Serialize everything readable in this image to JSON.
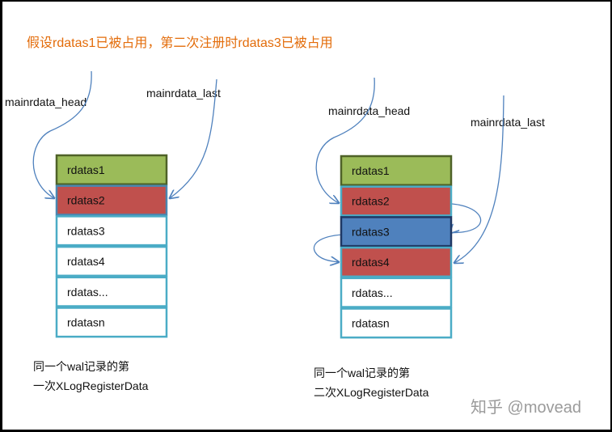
{
  "title": "假设rdatas1已被占用，第二次注册时rdatas3已被占用",
  "left_diagram": {
    "head_label": "mainrdata_head",
    "last_label": "mainrdata_last",
    "cells": [
      {
        "label": "rdatas1",
        "fill": "#9bbb59",
        "stroke": "#4f6228"
      },
      {
        "label": "rdatas2",
        "fill": "#c0504d",
        "stroke": "#4b87b0"
      },
      {
        "label": "rdatas3",
        "fill": "#ffffff",
        "stroke": "#4bacc6"
      },
      {
        "label": "rdatas4",
        "fill": "#ffffff",
        "stroke": "#4bacc6"
      },
      {
        "label": "rdatas...",
        "fill": "#ffffff",
        "stroke": "#4bacc6"
      },
      {
        "label": "rdatasn",
        "fill": "#ffffff",
        "stroke": "#4bacc6"
      }
    ],
    "caption_line1": "同一个wal记录的第",
    "caption_line2": "一次XLogRegisterData"
  },
  "right_diagram": {
    "head_label": "mainrdata_head",
    "last_label": "mainrdata_last",
    "cells": [
      {
        "label": "rdatas1",
        "fill": "#9bbb59",
        "stroke": "#4f6228"
      },
      {
        "label": "rdatas2",
        "fill": "#c0504d",
        "stroke": "#4bacc6"
      },
      {
        "label": "rdatas3",
        "fill": "#4f81bd",
        "stroke": "#1f3864"
      },
      {
        "label": "rdatas4",
        "fill": "#c0504d",
        "stroke": "#4bacc6"
      },
      {
        "label": "rdatas...",
        "fill": "#ffffff",
        "stroke": "#4bacc6"
      },
      {
        "label": "rdatasn",
        "fill": "#ffffff",
        "stroke": "#4bacc6"
      }
    ],
    "caption_line1": "同一个wal记录的第",
    "caption_line2": "二次XLogRegisterData"
  },
  "watermark": "知乎 @movead"
}
